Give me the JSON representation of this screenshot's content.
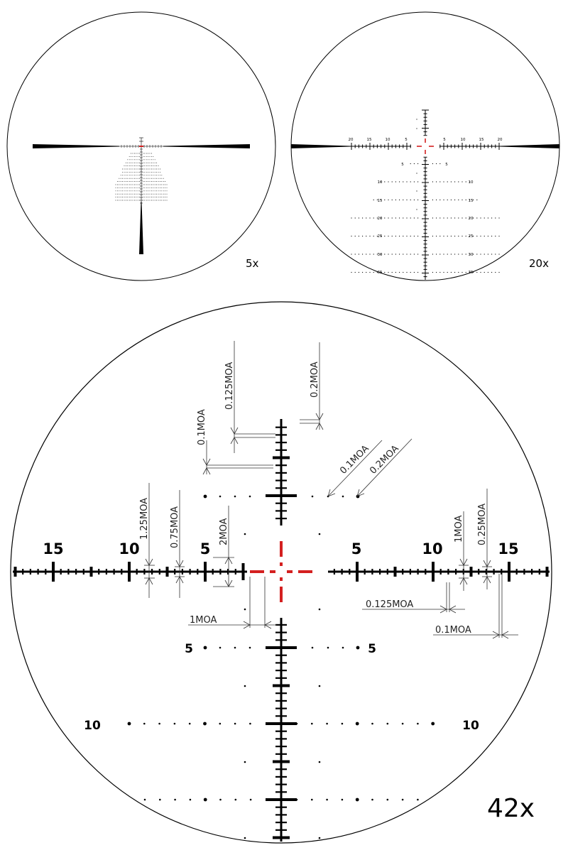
{
  "views": {
    "small": {
      "magnification": "5x"
    },
    "medium": {
      "magnification": "20x",
      "horizontal_labels": [
        "20",
        "15",
        "10",
        "5",
        "5",
        "10",
        "15",
        "20"
      ],
      "vertical_labels_left": [
        "5",
        "10",
        "15",
        "20",
        "25",
        "30",
        "35"
      ],
      "vertical_labels_right": [
        "5",
        "10",
        "15",
        "20",
        "25",
        "30",
        "35"
      ]
    },
    "large": {
      "magnification": "42x",
      "horizontal_labels": [
        "15",
        "10",
        "5",
        "5",
        "10",
        "15"
      ],
      "vertical_labels_left": [
        "5",
        "10"
      ],
      "vertical_labels_right": [
        "5",
        "10"
      ],
      "annotations": {
        "top_a": "0.1MOA",
        "top_b": "0.125MOA",
        "top_c": "0.2MOA",
        "diag_a": "0.1MOA",
        "diag_b": "0.2MOA",
        "left_a": "1.25MOA",
        "left_b": "0.75MOA",
        "left_c": "2MOA",
        "right_a": "1MOA",
        "right_b": "0.25MOA",
        "bottom_left": "1MOA",
        "bottom_right_a": "0.125MOA",
        "bottom_right_b": "0.1MOA"
      }
    }
  },
  "colors": {
    "reticle": "#000000",
    "center_cross": "#d42020",
    "background": "#ffffff"
  }
}
